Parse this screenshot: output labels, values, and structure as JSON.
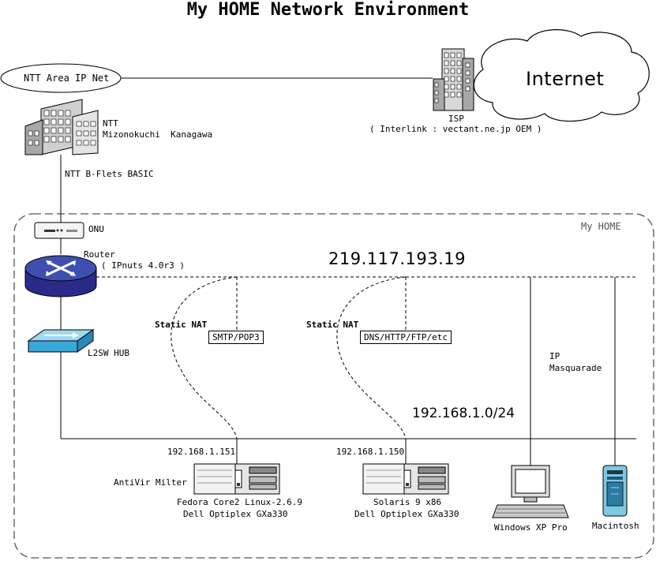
{
  "title": "My HOME Network Environment",
  "internet": {
    "cloud_label": "Internet",
    "area_net_label": "NTT Area IP Net"
  },
  "isp": {
    "label": "ISP",
    "provider": "( Interlink : vectant.ne.jp OEM )"
  },
  "ntt": {
    "name": "NTT",
    "location": "Mizonokuchi  Kanagawa",
    "line": "NTT B-Flets BASIC"
  },
  "home": {
    "label": "My HOME",
    "onu_label": "ONU",
    "router_label": "Router",
    "router_model": "( IPnuts 4.0r3 )",
    "hub_label": "L2SW HUB",
    "global_ip": "219.117.193.19",
    "lan_subnet": "192.168.1.0/24",
    "ip_masq": "IP\nMasquarade"
  },
  "nat": [
    {
      "label": "Static NAT",
      "services": "SMTP/POP3"
    },
    {
      "label": "Static NAT",
      "services": "DNS/HTTP/FTP/etc"
    }
  ],
  "hosts": [
    {
      "ip": "192.168.1.151",
      "extra": "AntiVir Milter",
      "os": "Fedora Core2 Linux-2.6.9",
      "model": "Dell Optiplex GXa330"
    },
    {
      "ip": "192.168.1.150",
      "os": "Solaris 9 x86",
      "model": "Dell Optiplex GXa330"
    },
    {
      "os": "Windows XP Pro"
    },
    {
      "os": "Macintosh"
    }
  ]
}
